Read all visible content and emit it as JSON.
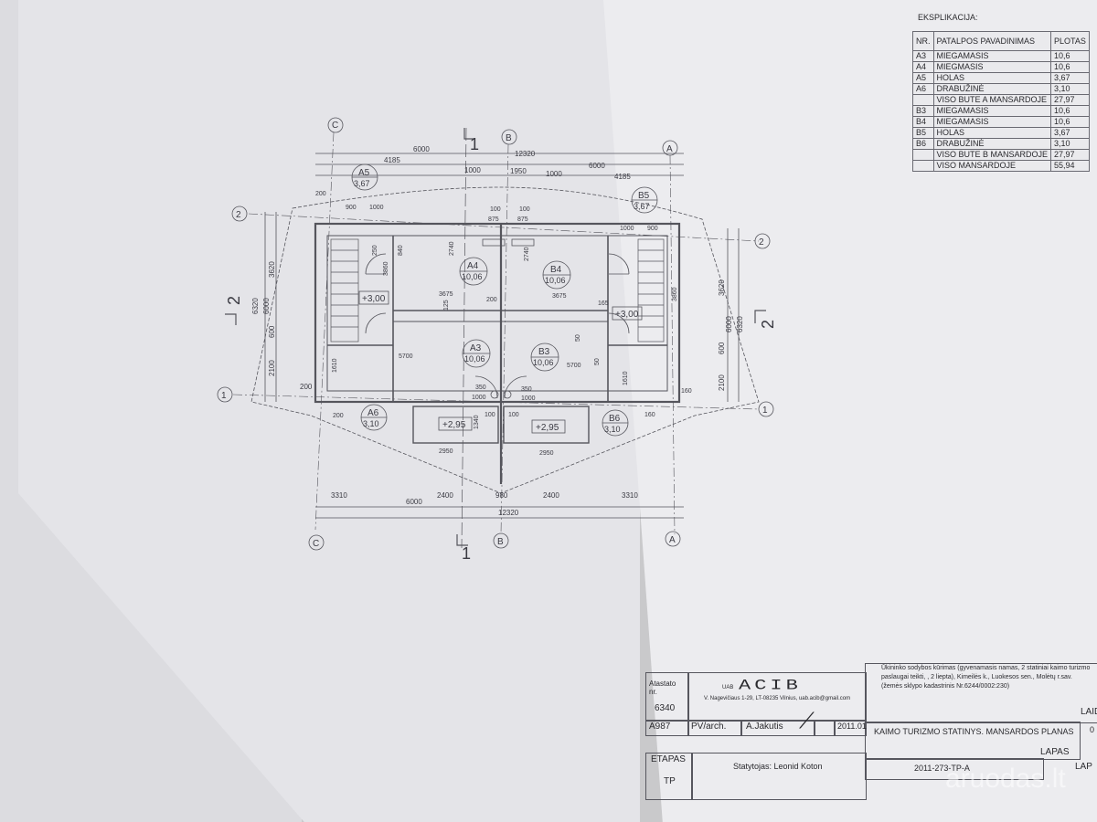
{
  "legend": {
    "caption": "EKSPLIKACIJA:",
    "headers": [
      "NR.",
      "PATALPOS PAVADINIMAS",
      "PLOTAS"
    ],
    "rows": [
      [
        "A3",
        "MIEGAMASIS",
        "10,6"
      ],
      [
        "A4",
        "MIEGMASIS",
        "10,6"
      ],
      [
        "A5",
        "HOLAS",
        "3,67"
      ],
      [
        "A6",
        "DRABUŽINĖ",
        "3,10"
      ],
      [
        "",
        "VISO BUTE A MANSARDOJE",
        "27,97"
      ],
      [
        "B3",
        "MIEGAMASIS",
        "10,6"
      ],
      [
        "B4",
        "MIEGAMASIS",
        "10,6"
      ],
      [
        "B5",
        "HOLAS",
        "3,67"
      ],
      [
        "B6",
        "DRABUŽINĖ",
        "3,10"
      ],
      [
        "",
        "VISO BUTE B MANSARDOJE",
        "27,97"
      ],
      [
        "",
        "VISO MANSARDOJE",
        "55,94"
      ]
    ]
  },
  "plan": {
    "axes_top": [
      "C",
      "B",
      "A"
    ],
    "axes_side": [
      "2",
      "1"
    ],
    "section_marks": [
      "1",
      "2"
    ],
    "dims_top": [
      "6000",
      "12320",
      "4185",
      "6000",
      "1000",
      "1950",
      "1000",
      "4185"
    ],
    "dims_bottom": [
      "3310",
      "2400",
      "980",
      "2400",
      "3310",
      "6000",
      "12320"
    ],
    "dims_left": [
      "6320",
      "6000",
      "3620",
      "600",
      "2100",
      "200"
    ],
    "dims_right": [
      "3620",
      "6000",
      "6320",
      "600",
      "2100"
    ],
    "rooms": [
      {
        "id": "A5",
        "area": "3,67"
      },
      {
        "id": "B5",
        "area": "3,67"
      },
      {
        "id": "A4",
        "area": "10,06"
      },
      {
        "id": "B4",
        "area": "10,06"
      },
      {
        "id": "A3",
        "area": "10,06"
      },
      {
        "id": "B3",
        "area": "10,06"
      },
      {
        "id": "A6",
        "area": "3,10"
      },
      {
        "id": "B6",
        "area": "3,10"
      }
    ],
    "levels": [
      "+3,00",
      "+3,00",
      "+2,95",
      "+2,95"
    ],
    "inner_dims": [
      "900",
      "1000",
      "100",
      "875",
      "875",
      "100",
      "1000",
      "900",
      "250",
      "840",
      "3860",
      "2740",
      "3675",
      "3675",
      "2740",
      "3860",
      "200",
      "165",
      "125",
      "5700",
      "5700",
      "50",
      "50",
      "350",
      "1000",
      "350",
      "1000",
      "1340",
      "100",
      "100",
      "2950",
      "2950",
      "1610",
      "1610",
      "200",
      "160",
      "160",
      "200"
    ]
  },
  "title_block": {
    "archive_label": "Atastato nr.",
    "archive_no": "6340",
    "company_prefix": "UAB",
    "company_logo": "ACIB",
    "company_address": "V. Nagevičiaus 1-29, LT-08235 Vilnius, uab.acib@gmail.com",
    "code": "A987",
    "role": "PV/arch.",
    "author": "A.Jakutis",
    "date": "2011.01",
    "project_desc": [
      "Ūkininko sodybos kūrimas (gyvenamasis namas, 2 statiniai kaimo turizmo",
      "paslaugai teikti,   , 2 liepta), Kimeilės k., Luokesos sen., Molėtų r.sav.",
      "(žemės sklypo kadastrinis Nr.6244/0002:230)"
    ],
    "drawing_title": "KAIMO TURIZMO STATINYS. MANSARDOS PLANAS",
    "right_label_1": "LAID",
    "right_value_1": "0",
    "stage_label": "ETAPAS",
    "stage_value": "TP",
    "builder": "Statytojas: Leonid Koton",
    "drawing_no": "2011-273-TP-A",
    "right_label_2": "LAPAS",
    "right_label_3": "LAP"
  },
  "watermark": "aruodas.lt"
}
